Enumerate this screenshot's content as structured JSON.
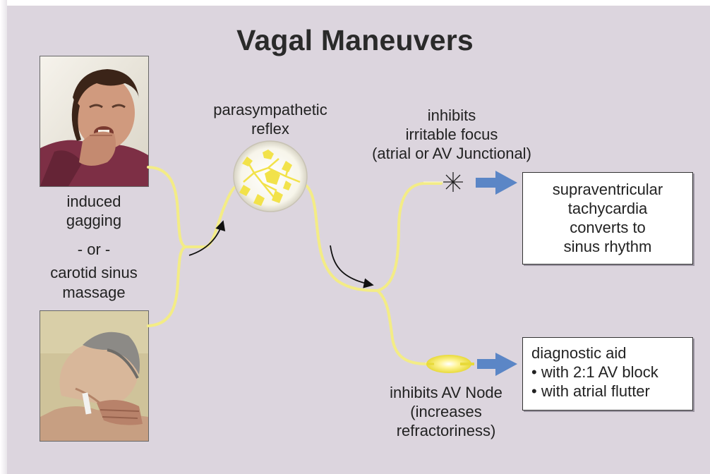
{
  "title": "Vagal Maneuvers",
  "left_labels": {
    "line1": "induced",
    "line2": "gagging",
    "or": "- or -",
    "line3": "carotid sinus",
    "line4": "massage"
  },
  "reflex_label": {
    "line1": "parasympathetic",
    "line2": "reflex"
  },
  "top_branch": {
    "line1": "inhibits",
    "line2": "irritable focus",
    "line3": "(atrial or AV Junctional)"
  },
  "bottom_branch": {
    "line1": "inhibits AV Node",
    "line2": "(increases",
    "line3": "refractoriness)"
  },
  "result_top": {
    "line1": "supraventricular",
    "line2": "tachycardia",
    "line3": "converts to",
    "line4": "sinus rhythm"
  },
  "result_bottom": {
    "line1": "diagnostic aid",
    "line2": "• with 2:1 AV block",
    "line3": "• with atrial flutter"
  },
  "icons": {
    "photo_top": "person-gagging-photo",
    "photo_bottom": "carotid-massage-photo",
    "ganglion": "nerve-ganglion-icon",
    "focus": "irritable-focus-star-icon",
    "av_node": "av-node-icon",
    "arrow": "blue-arrow-icon"
  },
  "colors": {
    "background": "#dcd5de",
    "nerve": "#f3ec86",
    "arrow_blue": "#5b86c6"
  }
}
